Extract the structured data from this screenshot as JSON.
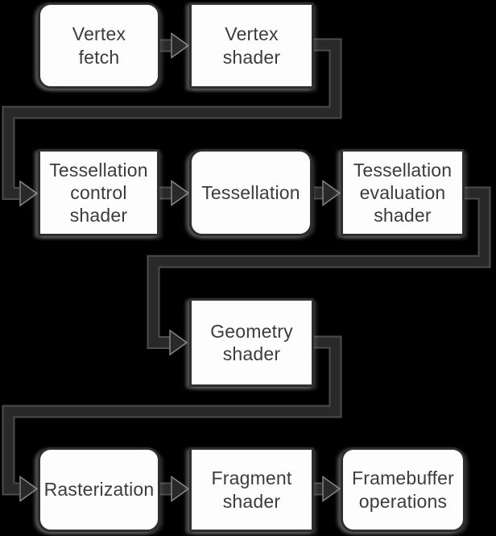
{
  "diagram": {
    "type": "flowchart",
    "background_color": "#000000",
    "colors": {
      "box_fill": "#fdfdfd",
      "box_border": "#2e2e2e",
      "text": "#3c3c3c",
      "connector_core": "#292929",
      "connector_rim": "#818181",
      "glow": "#969696"
    },
    "nodes": [
      {
        "id": "vertex-fetch",
        "label": "Vertex\nfetch",
        "shape": "rounded"
      },
      {
        "id": "vertex-shader",
        "label": "Vertex\nshader",
        "shape": "rect"
      },
      {
        "id": "tessellation-control-shader",
        "label": "Tessellation\ncontrol\nshader",
        "shape": "rect"
      },
      {
        "id": "tessellation",
        "label": "Tessellation",
        "shape": "rounded"
      },
      {
        "id": "tessellation-evaluation-shader",
        "label": "Tessellation\nevaluation\nshader",
        "shape": "rect"
      },
      {
        "id": "geometry-shader",
        "label": "Geometry\nshader",
        "shape": "rect"
      },
      {
        "id": "rasterization",
        "label": "Rasterization",
        "shape": "rounded"
      },
      {
        "id": "fragment-shader",
        "label": "Fragment\nshader",
        "shape": "rect"
      },
      {
        "id": "framebuffer-operations",
        "label": "Framebuffer\noperations",
        "shape": "rounded"
      }
    ],
    "edges": [
      {
        "from": "vertex-fetch",
        "to": "vertex-shader"
      },
      {
        "from": "vertex-shader",
        "to": "tessellation-control-shader"
      },
      {
        "from": "tessellation-control-shader",
        "to": "tessellation"
      },
      {
        "from": "tessellation",
        "to": "tessellation-evaluation-shader"
      },
      {
        "from": "tessellation-evaluation-shader",
        "to": "geometry-shader"
      },
      {
        "from": "geometry-shader",
        "to": "rasterization"
      },
      {
        "from": "rasterization",
        "to": "fragment-shader"
      },
      {
        "from": "fragment-shader",
        "to": "framebuffer-operations"
      }
    ]
  }
}
